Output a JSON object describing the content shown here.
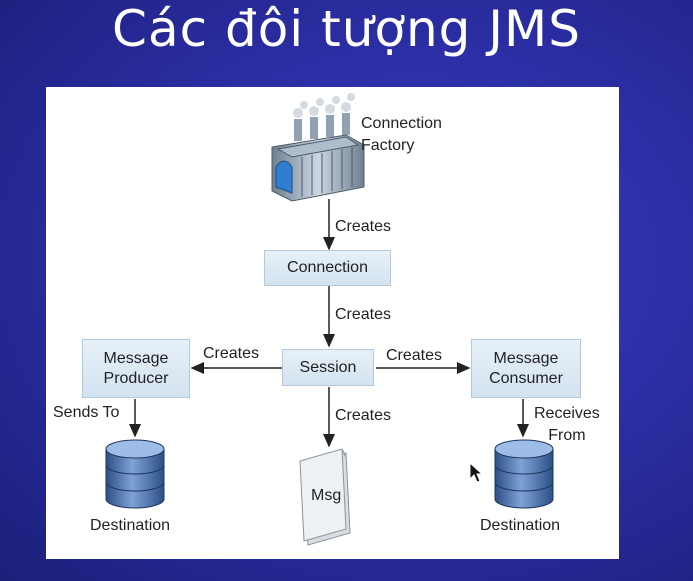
{
  "title": "Các đôi tượng JMS",
  "diagram": {
    "connection_factory": [
      "Connection",
      "Factory"
    ],
    "connection": "Connection",
    "session": "Session",
    "producer": [
      "Message",
      "Producer"
    ],
    "consumer": [
      "Message",
      "Consumer"
    ],
    "msg": "Msg",
    "destination_left": "Destination",
    "destination_right": "Destination",
    "edge_labels": {
      "factory_to_connection": "Creates",
      "connection_to_session": "Creates",
      "session_to_producer": "Creates",
      "session_to_consumer": "Creates",
      "session_to_msg": "Creates",
      "producer_sends": "Sends To",
      "consumer_receives": [
        "Receives",
        "From"
      ]
    }
  },
  "icons": [
    "factory-icon",
    "database-icon",
    "document-icon",
    "mouse-pointer-icon"
  ]
}
